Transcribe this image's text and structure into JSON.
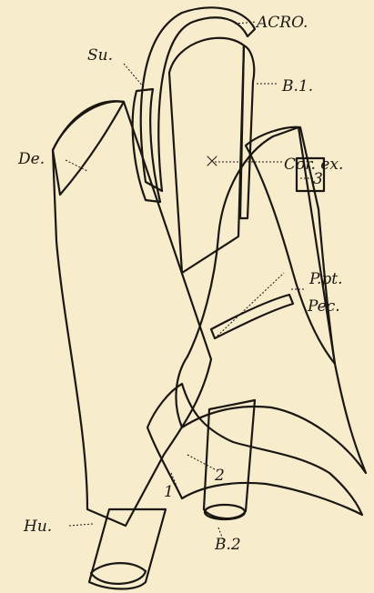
{
  "labels": {
    "acro": "ACRO.",
    "su": "Su.",
    "b1": "B.1.",
    "cor_ex": "Cor. ex.",
    "de": "De.",
    "n3": "3",
    "ppt": "P.pt.",
    "pec": "Pec.",
    "n2": "2",
    "n1": "1",
    "hu": "Hu.",
    "b2": "B.2"
  }
}
